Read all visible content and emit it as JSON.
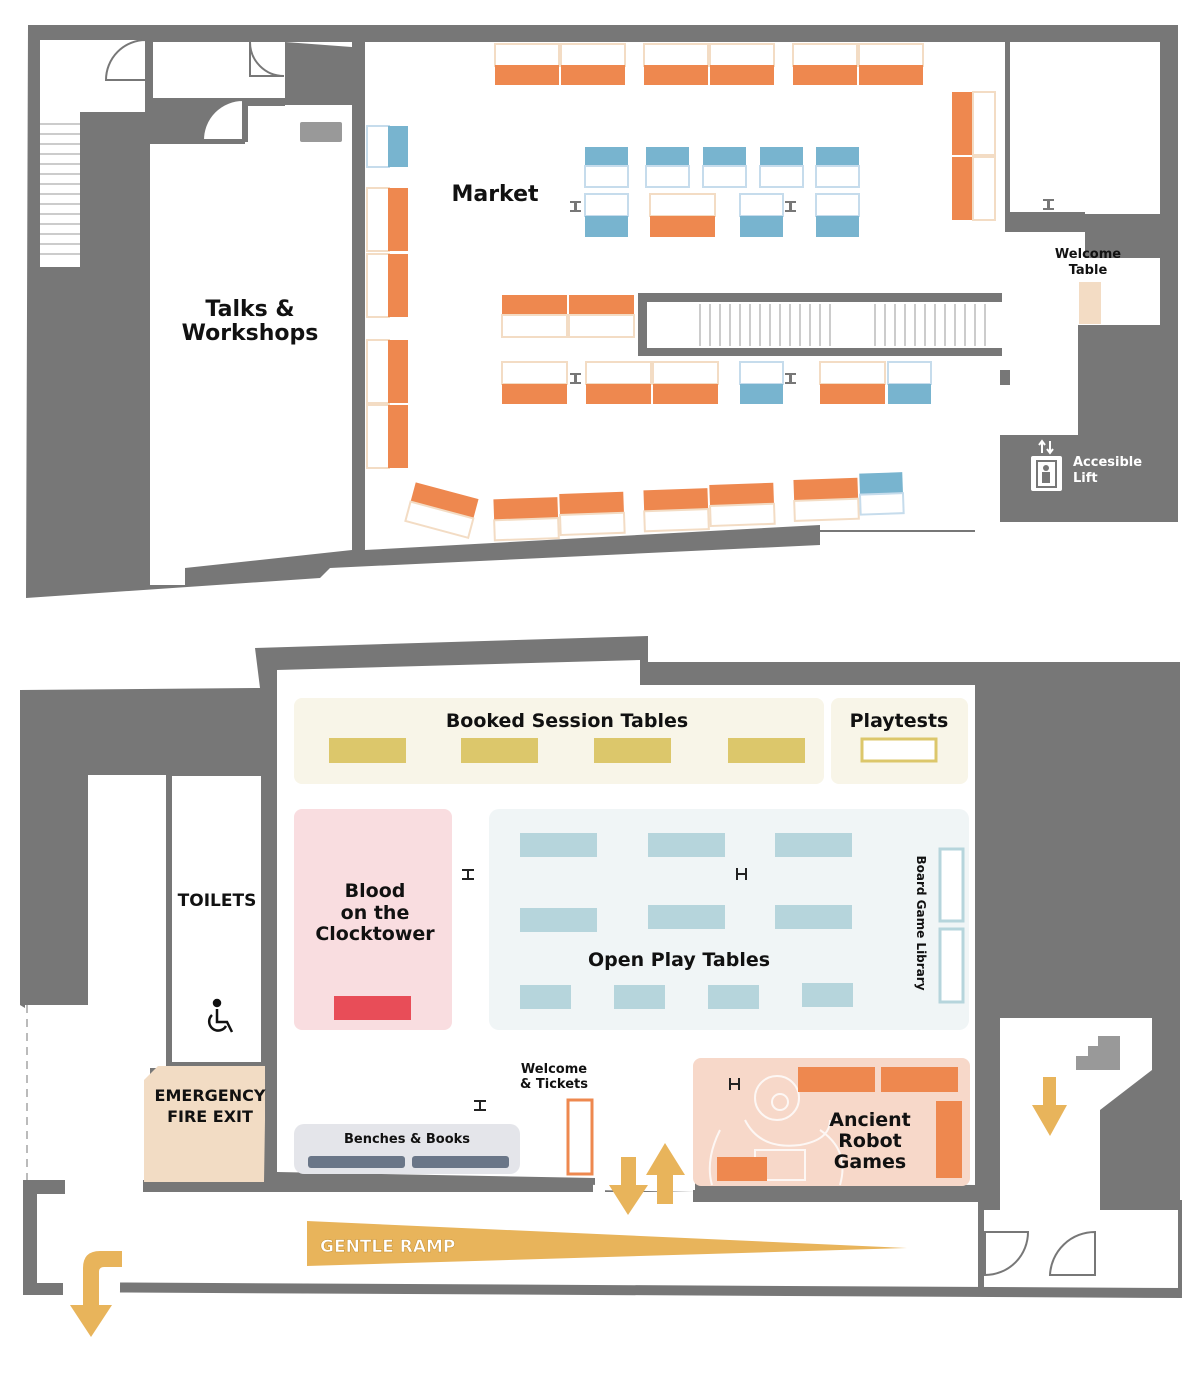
{
  "colors": {
    "wall": "#777777",
    "floor": "#ffffff",
    "market_orange": "#ee884f",
    "market_orange_light": "#f3dcc4",
    "market_blue": "#78b4cf",
    "market_blue_light": "#c6dcec",
    "welcome_table": "#f3dcc4",
    "booked_zone": "#f8f5e8",
    "booked_table": "#dcc76b",
    "blood_zone": "#f9dde0",
    "blood_table": "#e84d58",
    "open_play_zone": "#f0f5f6",
    "open_play_table": "#b6d5dc",
    "robot_zone": "#f7d8c9",
    "robot_table": "#ee884f",
    "benches_zone": "#e4e5ea",
    "bench": "#6a7688",
    "fire_exit": "#f2dcc4",
    "arrow": "#e8b45b",
    "ramp": "#e8b45b"
  },
  "upper_floor": {
    "rooms": {
      "talks": "Talks &",
      "workshops": "Workshops",
      "market": "Market",
      "welcome_table": "Welcome",
      "welcome_table_2": "Table",
      "lift": "Accesible",
      "lift_2": "Lift"
    },
    "icons": [
      "stairs-icon",
      "door-icon",
      "lift-icon",
      "lift-arrows-icon",
      "column-icon"
    ]
  },
  "lower_floor": {
    "zones": {
      "booked": "Booked Session Tables",
      "playtests": "Playtests",
      "blood_1": "Blood",
      "blood_2": "on the",
      "blood_3": "Clocktower",
      "open_play": "Open Play Tables",
      "library": "Board Game Library",
      "toilets": "TOILETS",
      "fire_exit_1": "EMERGENCY",
      "fire_exit_2": "FIRE EXIT",
      "benches": "Benches & Books",
      "welcome_1": "Welcome",
      "welcome_2": "& Tickets",
      "robot_1": "Ancient",
      "robot_2": "Robot",
      "robot_3": "Games",
      "ramp": "GENTLE RAMP"
    },
    "icons": [
      "wheelchair-icon",
      "stairs-icon",
      "arrow-down-icon",
      "arrow-up-icon",
      "exit-arrow-icon",
      "robot-illustration",
      "door-icon",
      "column-icon"
    ]
  }
}
